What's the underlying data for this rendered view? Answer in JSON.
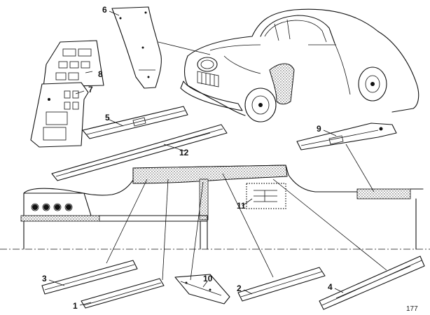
{
  "diagram": {
    "page_number": "177",
    "callouts": {
      "p1": "1",
      "p2": "2",
      "p3": "3",
      "p4": "4",
      "p5": "5",
      "p6": "6",
      "p7": "7",
      "p8": "8",
      "p9": "9",
      "p10": "10",
      "p11": "11",
      "p12": "12"
    }
  }
}
